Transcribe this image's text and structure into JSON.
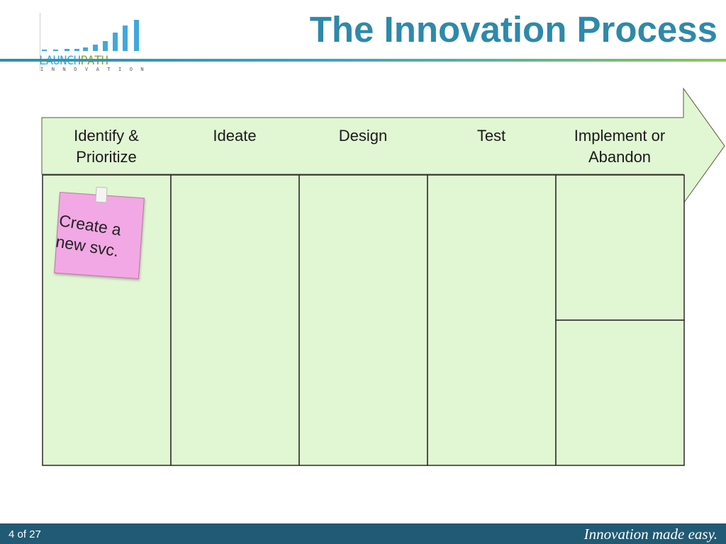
{
  "slide": {
    "title": "The Innovation Process",
    "page_number": "4 of  27",
    "tagline": "Innovation made easy."
  },
  "logo": {
    "word_part1": "LAUNCH",
    "word_part2": "PATH",
    "subtitle": "INNOVATION",
    "colors": {
      "bars": "#3fa9dc",
      "launch": "#3fa9dc",
      "path": "#8aa63d"
    }
  },
  "process": {
    "stages": [
      {
        "line1": "Identify &",
        "line2": "Prioritize"
      },
      {
        "line1": "Ideate",
        "line2": ""
      },
      {
        "line1": "Design",
        "line2": ""
      },
      {
        "line1": "Test",
        "line2": ""
      },
      {
        "line1": "Implement or",
        "line2": "Abandon"
      }
    ],
    "fill_color": "#e1f6d3",
    "border_color": "#2a2a2a"
  },
  "sticky_note": {
    "line1": "Create a",
    "line2": "new svc.",
    "color": "#f2a8e4"
  },
  "theme": {
    "title_color": "#2e89aa",
    "footer_color": "#215a74"
  }
}
